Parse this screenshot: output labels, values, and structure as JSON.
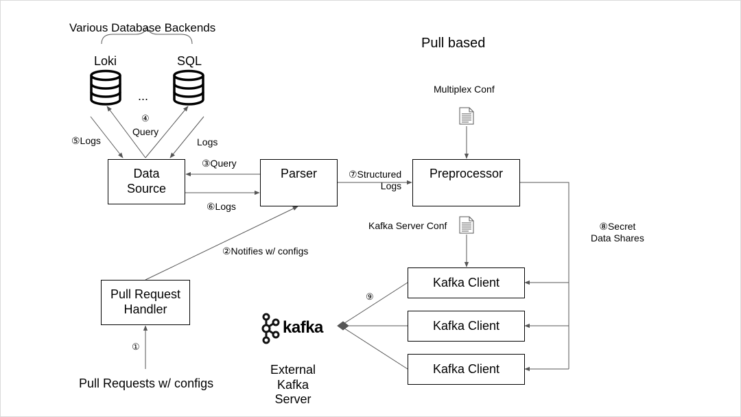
{
  "title": "Pull based",
  "db_group_label": "Various Database Backends",
  "databases": [
    "Loki",
    "SQL"
  ],
  "db_ellipsis": "...",
  "boxes": {
    "data_source": "Data\nSource",
    "parser": "Parser",
    "preprocessor": "Preprocessor",
    "pull_request_handler": "Pull Request\nHandler",
    "kafka_client": "Kafka Client"
  },
  "edges": {
    "step1": "①",
    "step2": "②Notifies w/ configs",
    "step3": "③Query",
    "step4_num": "④",
    "step4_text": "Query",
    "step5": "⑤Logs",
    "logs": "Logs",
    "step6": "⑥Logs",
    "step7": "⑦Structured\nLogs",
    "step8": "⑧Secret\nData Shares",
    "step9": "⑨"
  },
  "inputs": {
    "pull_requests": "Pull Requests w/ configs",
    "multiplex_conf": "Multiplex Conf",
    "kafka_server_conf": "Kafka Server Conf"
  },
  "kafka": {
    "logo_text": "kafka",
    "server_label": "External\nKafka Server"
  },
  "icons": [
    "database-icon",
    "document-icon",
    "kafka-logo-icon"
  ]
}
